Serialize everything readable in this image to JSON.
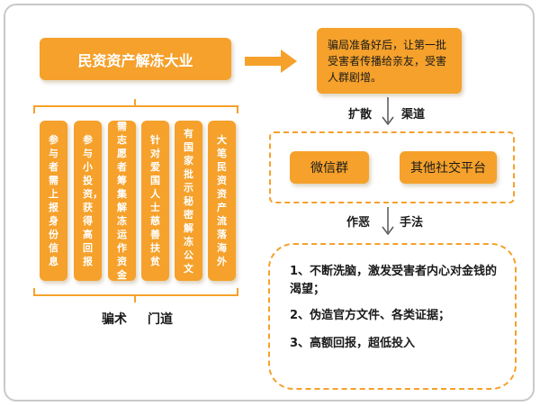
{
  "title": "民资资产解冻大业",
  "columns": [
    "参与者需上报身份信息",
    "参与小投资，获得高回报",
    "需志愿者筹集解冻运作资金",
    "针对爱国人士慈善扶贫",
    "有国家批示秘密解冻公文",
    "大笔民资资产流落海外"
  ],
  "bottom_label": {
    "a": "骗术",
    "b": "门道"
  },
  "right_box": "骗局准备好后，让第一批受害者传播给亲友，受害人群剧增。",
  "spread_label": {
    "a": "扩散",
    "b": "渠道"
  },
  "channels": [
    "微信群",
    "其他社交平台"
  ],
  "tactic_label": {
    "a": "作恶",
    "b": "手法"
  },
  "tactics": [
    "1、不断洗脑，激发受害者内心对金钱的渴望；",
    "2、伪造官方文件、各类证据；",
    "3、高额回报，超低投入"
  ]
}
